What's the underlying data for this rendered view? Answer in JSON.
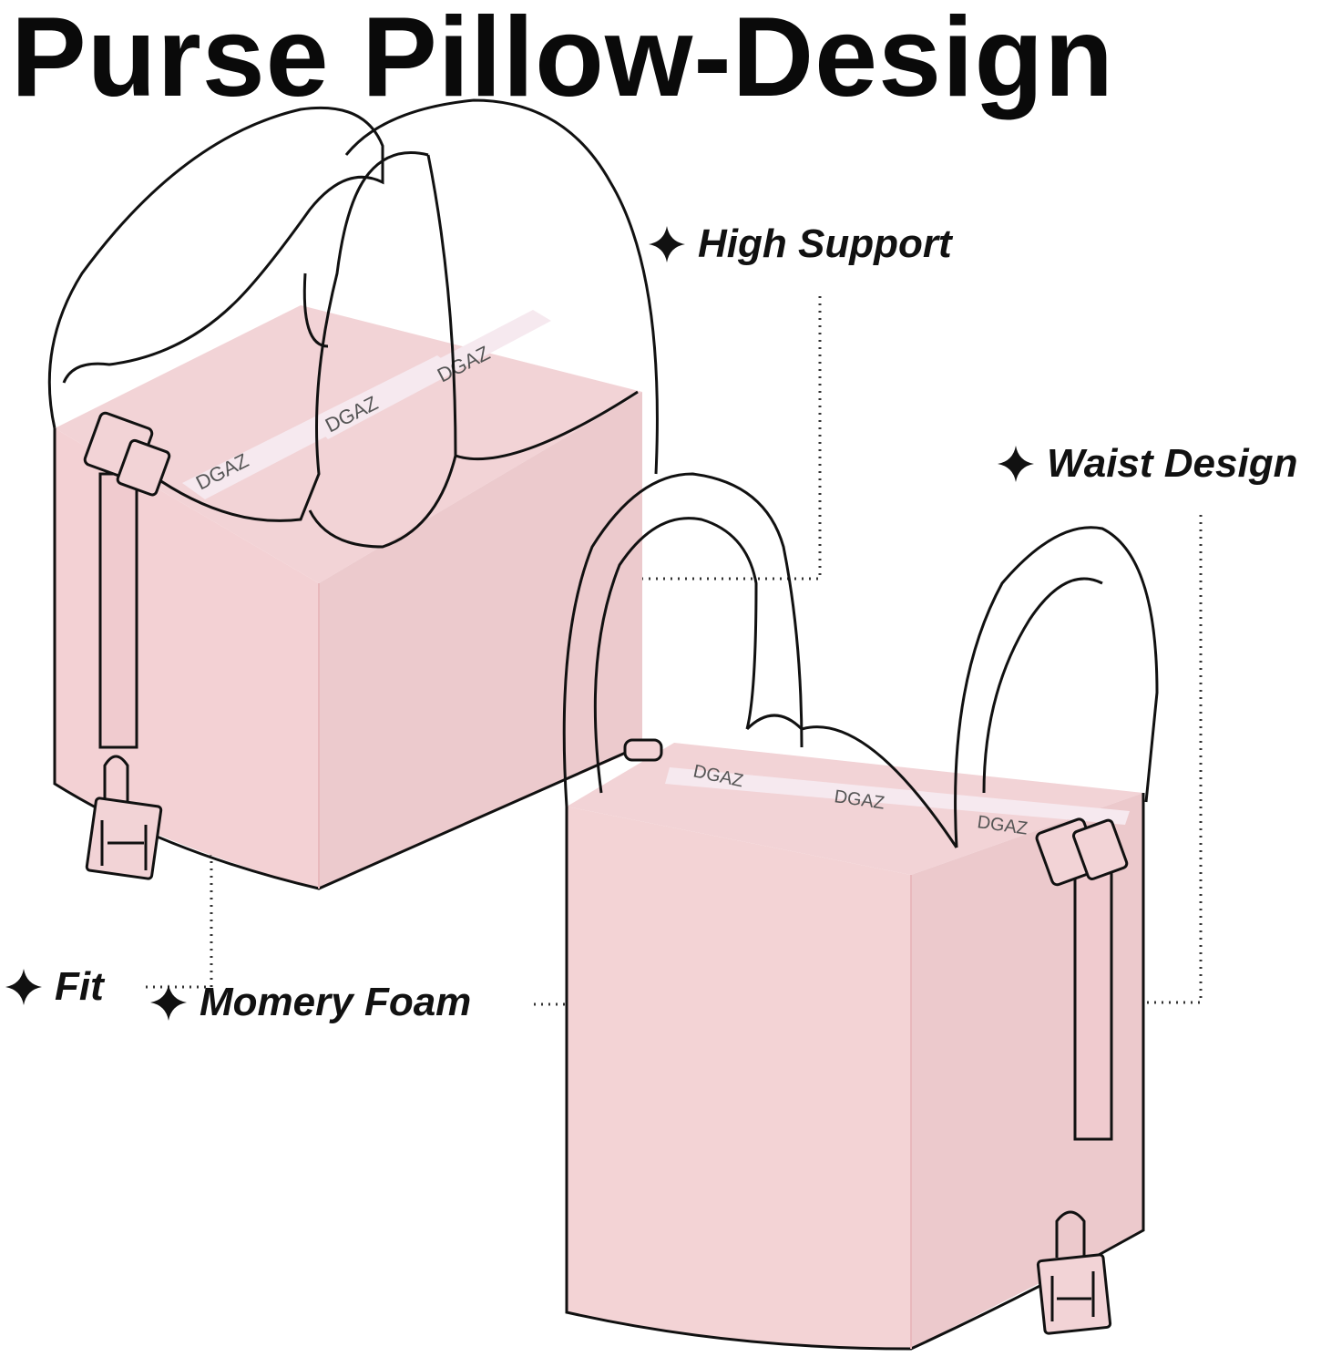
{
  "title": "Purse Pillow-Design",
  "features": {
    "high_support": "High Support",
    "waist_design": "Waist Design",
    "fit": "Fit",
    "memory_foam": "Momery Foam"
  },
  "brand_mark": "DGAZ",
  "colors": {
    "pink": "#f3d2d5",
    "pink_side": "#edc9cc",
    "strip": "#f5e8ee",
    "outline": "#111111"
  }
}
